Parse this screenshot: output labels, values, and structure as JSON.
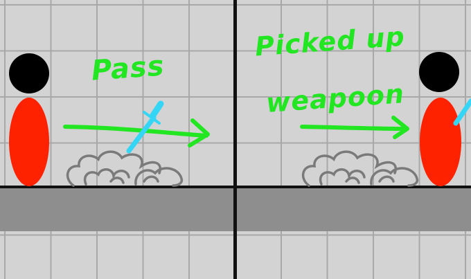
{
  "panels": [
    {
      "caption": "Pass"
    },
    {
      "caption_line1": "Picked up",
      "caption_line2": "weapoon"
    }
  ],
  "colors": {
    "background": "#d3d3d3",
    "grid": "#a8a8a8",
    "ground": "#8e8e8e",
    "caption": "#22e622",
    "arrow": "#22e622",
    "character_head": "#000000",
    "character_body": "#ff2200",
    "weapon": "#35d6f5",
    "dust_cloud": "#7a7a7a"
  }
}
